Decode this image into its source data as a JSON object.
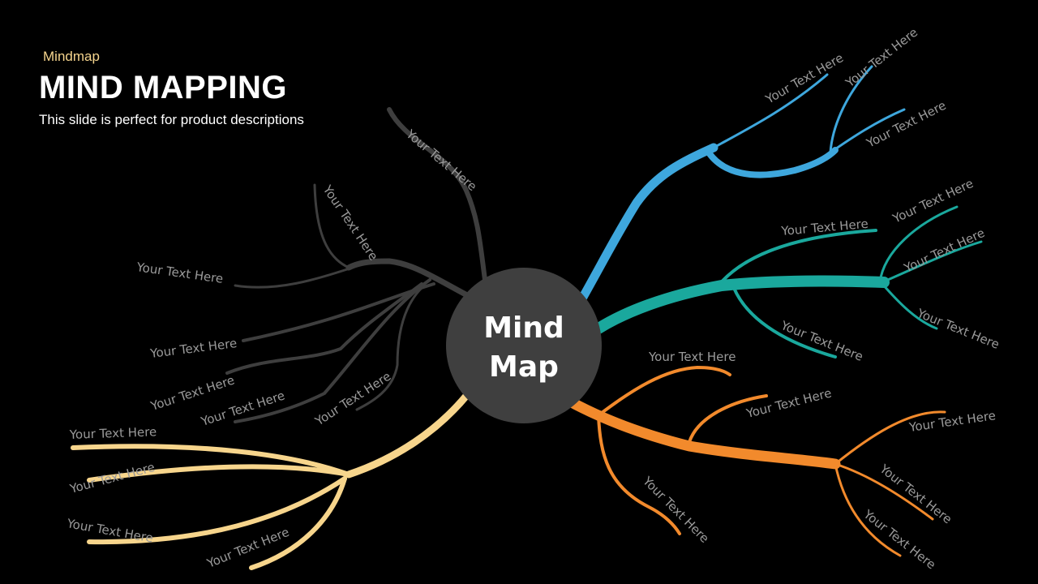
{
  "header": {
    "kicker": "Mindmap",
    "title": "MIND MAPPING",
    "subtitle": "This slide is perfect for product descriptions"
  },
  "center": {
    "line1": "Mind",
    "line2": "Map"
  },
  "colors": {
    "blue": "#3ea7dd",
    "teal": "#1aa89d",
    "orange": "#f28a2c",
    "yellow": "#f7d58c",
    "gray": "#3e3e3e",
    "label": "#9a9a9a",
    "center": "#3f3f3f"
  },
  "branches": {
    "blue": {
      "labels": [
        "Your Text Here",
        "Your Text Here",
        "Your Text Here"
      ]
    },
    "teal": {
      "labels": [
        "Your Text Here",
        "Your Text Here",
        "Your Text Here",
        "Your Text Here",
        "Your Text Here"
      ]
    },
    "orange": {
      "labels": [
        "Your Text Here",
        "Your Text Here",
        "Your Text Here",
        "Your Text Here",
        "Your Text Here",
        "Your Text Here"
      ]
    },
    "yellow": {
      "labels": [
        "Your Text Here",
        "Your Text Here",
        "Your Text Here",
        "Your Text Here"
      ]
    },
    "gray": {
      "labels": [
        "Your Text Here",
        "Your Text Here",
        "Your Text Here",
        "Your Text Here",
        "Your Text Here",
        "Your Text Here",
        "Your Text Here"
      ]
    }
  }
}
